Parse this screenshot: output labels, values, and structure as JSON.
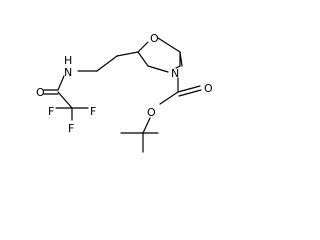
{
  "molecule": {
    "atoms": {
      "ring_oxygen": "O",
      "ring_nitrogen": "N",
      "amide_nitrogen": "N",
      "amide_hydrogen": "H",
      "amide_oxygen": "O",
      "fluorine_1": "F",
      "fluorine_2": "F",
      "fluorine_3": "F",
      "carbamate_carbonyl_oxygen": "O",
      "carbamate_ester_oxygen": "O"
    },
    "colors": {
      "bond": "#000000",
      "label": "#000000",
      "background": "#ffffff"
    }
  }
}
